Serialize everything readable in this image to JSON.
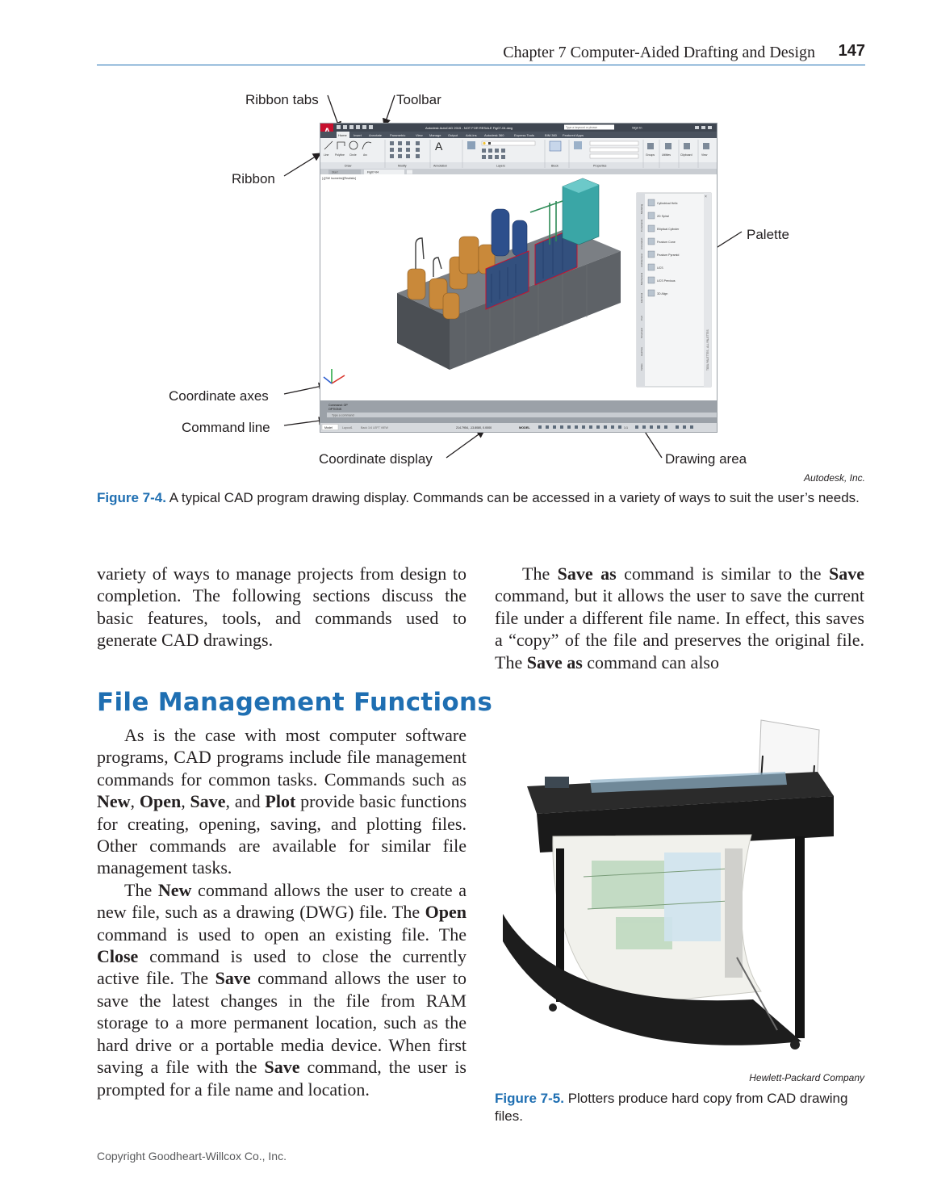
{
  "running_head": {
    "chapter_title": "Chapter 7  Computer-Aided Drafting and Design",
    "page_number": "147"
  },
  "figure_7_4": {
    "callouts": {
      "ribbon_tabs": "Ribbon tabs",
      "toolbar": "Toolbar",
      "ribbon": "Ribbon",
      "palette": "Palette",
      "coordinate_axes": "Coordinate axes",
      "command_line": "Command line",
      "coordinate_display": "Coordinate display",
      "drawing_area": "Drawing area"
    },
    "screenshot": {
      "title_bar": "Autodesk AutoCAD 2015 - NOT FOR RESALE   Fig07-04.dwg",
      "search_placeholder": "Type a keyword or phrase",
      "sign_in": "Sign In",
      "tabs": [
        "Home",
        "Insert",
        "Annotate",
        "Parametric",
        "View",
        "Manage",
        "Output",
        "Add-ins",
        "Autodesk 360",
        "Express Tools",
        "BIM 360",
        "Featured Apps"
      ],
      "ribbon_panels": [
        "Draw",
        "Modify",
        "Annotation",
        "Layers",
        "Block",
        "Properties"
      ],
      "draw_tools": [
        "Line",
        "Polyline",
        "Circle",
        "Arc"
      ],
      "right_tools": [
        "Groups",
        "Utilities",
        "Clipboard",
        "View"
      ],
      "file_tabs": [
        "Start",
        "Fig07-04"
      ],
      "viewport_label": "[-][SW Isometric][Realistic]",
      "palette_items": [
        "Cylindrical Helix",
        "2D Spiral",
        "Elliptical Cylinder",
        "Frustum Cone",
        "Frustum Pyramid",
        "UCS",
        "UCS Previous",
        "3D Align"
      ],
      "palette_side_tabs": [
        "Modeling",
        "Constraints",
        "Annotation",
        "Architectural",
        "Mechanical",
        "Electrical",
        "Civil",
        "Structural",
        "Hatches",
        "Tables",
        "Command Tools"
      ],
      "palette_title": "TOOL PALETTES - ALL PALETTES",
      "command_history": [
        "Command: OP",
        "OPTIONS"
      ],
      "command_prompt": "Type a command",
      "layout_tabs": [
        "Model",
        "Layout1",
        "Back 1/4 LEFT VIEW"
      ],
      "coordinates": "214.7954, -13.8080, 0.0000",
      "model_label": "MODEL",
      "scale": "1:1"
    },
    "credit": "Autodesk, Inc.",
    "caption_label": "Figure 7-4.",
    "caption_text": " A typical CAD program drawing display. Commands can be accessed in a variety of ways to suit the user’s needs."
  },
  "left_column": {
    "continued_paragraph": "variety of ways to manage projects from design to completion. The following sections discuss the basic features, tools, and commands used to generate CAD drawings.",
    "section_heading": "File Management Functions",
    "para1": {
      "t1": "As is the case with most computer software programs, CAD programs include file management commands for common tasks. Commands such as ",
      "b1": "New",
      "t2": ", ",
      "b2": "Open",
      "t3": ", ",
      "b3": "Save",
      "t4": ", and ",
      "b4": "Plot",
      "t5": " provide basic functions for creating, opening, saving, and plotting files. Other commands are available for similar file management tasks."
    },
    "para2": {
      "t1": "The ",
      "b1": "New",
      "t2": " command allows the user to create a new file, such as a drawing (DWG) file. The ",
      "b2": "Open",
      "t3": " command is used to open an existing file. The ",
      "b3": "Close",
      "t4": " command is used to close the currently active file. The ",
      "b4": "Save",
      "t5": " command allows the user to save the latest changes in the file from RAM storage to a more permanent location, such as the hard drive or a portable media device. When first saving a file with the ",
      "b5": "Save",
      "t6": " command, the user is prompted for a file name and location."
    }
  },
  "right_column": {
    "para1": {
      "t1": "The ",
      "b1": "Save as",
      "t2": " command is similar to the ",
      "b2": "Save",
      "t3": " command, but it allows the user to save the current file under a different file name. In effect, this saves a “copy” of the file and preserves the original file. The ",
      "b3": "Save as",
      "t4": " command can also"
    },
    "figure_7_5": {
      "credit": "Hewlett-Packard Company",
      "caption_label": "Figure 7-5.",
      "caption_text": " Plotters produce hard copy from CAD drawing files."
    }
  },
  "footer": "Copyright Goodheart-Willcox Co., Inc.",
  "colors": {
    "accent_blue": "#1f6fb2",
    "text": "#231f20",
    "autocad_red": "#c8102e",
    "equipment_copper": "#c9893a",
    "equipment_blue": "#2d4f8c",
    "equipment_teal": "#3aa6a6"
  }
}
